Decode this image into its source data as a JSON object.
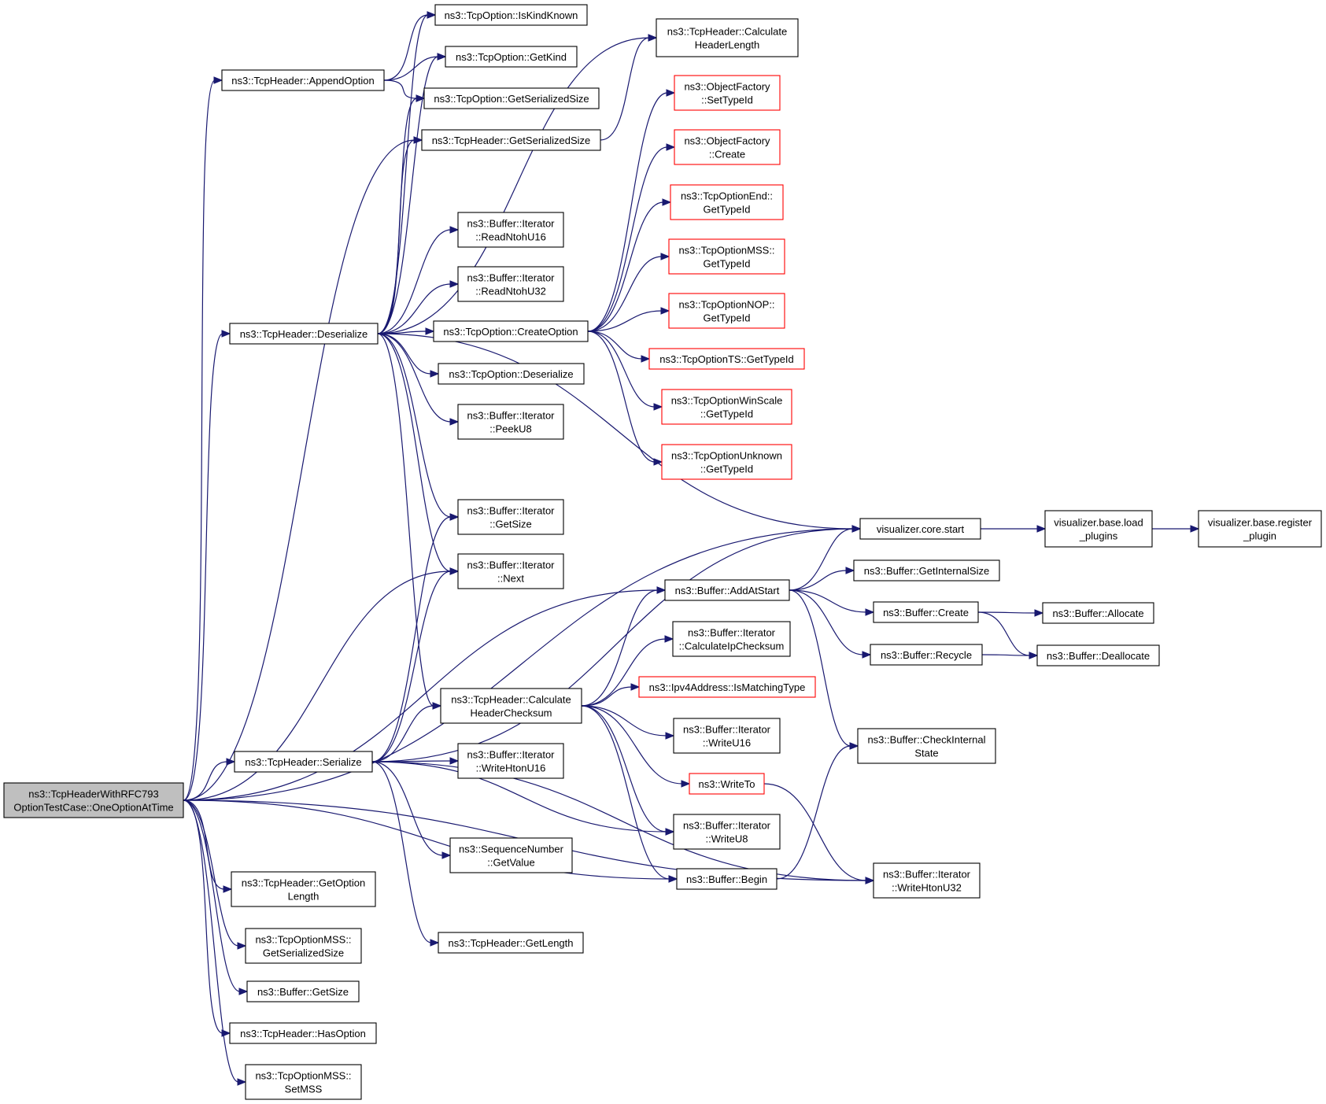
{
  "graph": {
    "colors": {
      "edge": "#191970",
      "normal_border": "#000000",
      "external_border": "#ff0000",
      "root_fill": "#bfbfbf"
    },
    "nodes": [
      {
        "id": "root",
        "lines": [
          "ns3::TcpHeaderWithRFC793",
          "OptionTestCase::OneOptionAtTime"
        ],
        "style": "root"
      },
      {
        "id": "appendOption",
        "lines": [
          "ns3::TcpHeader::AppendOption"
        ],
        "style": "normal"
      },
      {
        "id": "deserialize",
        "lines": [
          "ns3::TcpHeader::Deserialize"
        ],
        "style": "normal"
      },
      {
        "id": "serialize",
        "lines": [
          "ns3::TcpHeader::Serialize"
        ],
        "style": "normal"
      },
      {
        "id": "getOptionLength",
        "lines": [
          "ns3::TcpHeader::GetOption",
          "Length"
        ],
        "style": "normal"
      },
      {
        "id": "mssGetSerializedSize",
        "lines": [
          "ns3::TcpOptionMSS::",
          "GetSerializedSize"
        ],
        "style": "normal"
      },
      {
        "id": "bufferGetSize",
        "lines": [
          "ns3::Buffer::GetSize"
        ],
        "style": "normal"
      },
      {
        "id": "hasOption",
        "lines": [
          "ns3::TcpHeader::HasOption"
        ],
        "style": "normal"
      },
      {
        "id": "setMSS",
        "lines": [
          "ns3::TcpOptionMSS::",
          "SetMSS"
        ],
        "style": "normal"
      },
      {
        "id": "isKindKnown",
        "lines": [
          "ns3::TcpOption::IsKindKnown"
        ],
        "style": "normal"
      },
      {
        "id": "getKind",
        "lines": [
          "ns3::TcpOption::GetKind"
        ],
        "style": "normal"
      },
      {
        "id": "optGetSerializedSize",
        "lines": [
          "ns3::TcpOption::GetSerializedSize"
        ],
        "style": "normal"
      },
      {
        "id": "hdrGetSerializedSize",
        "lines": [
          "ns3::TcpHeader::GetSerializedSize"
        ],
        "style": "normal"
      },
      {
        "id": "readNtohU16",
        "lines": [
          "ns3::Buffer::Iterator",
          "::ReadNtohU16"
        ],
        "style": "normal"
      },
      {
        "id": "readNtohU32",
        "lines": [
          "ns3::Buffer::Iterator",
          "::ReadNtohU32"
        ],
        "style": "normal"
      },
      {
        "id": "createOption",
        "lines": [
          "ns3::TcpOption::CreateOption"
        ],
        "style": "normal"
      },
      {
        "id": "optDeserialize",
        "lines": [
          "ns3::TcpOption::Deserialize"
        ],
        "style": "normal"
      },
      {
        "id": "peekU8",
        "lines": [
          "ns3::Buffer::Iterator",
          "::PeekU8"
        ],
        "style": "normal"
      },
      {
        "id": "iterGetSize",
        "lines": [
          "ns3::Buffer::Iterator",
          "::GetSize"
        ],
        "style": "normal"
      },
      {
        "id": "iterNext",
        "lines": [
          "ns3::Buffer::Iterator",
          "::Next"
        ],
        "style": "normal"
      },
      {
        "id": "calcHeaderChecksum",
        "lines": [
          "ns3::TcpHeader::Calculate",
          "HeaderChecksum"
        ],
        "style": "normal"
      },
      {
        "id": "writeHtonU16",
        "lines": [
          "ns3::Buffer::Iterator",
          "::WriteHtonU16"
        ],
        "style": "normal"
      },
      {
        "id": "seqGetValue",
        "lines": [
          "ns3::SequenceNumber",
          "::GetValue"
        ],
        "style": "normal"
      },
      {
        "id": "getLength",
        "lines": [
          "ns3::TcpHeader::GetLength"
        ],
        "style": "normal"
      },
      {
        "id": "calcHeaderLength",
        "lines": [
          "ns3::TcpHeader::Calculate",
          "HeaderLength"
        ],
        "style": "normal"
      },
      {
        "id": "ofSetTypeId",
        "lines": [
          "ns3::ObjectFactory",
          "::SetTypeId"
        ],
        "style": "red"
      },
      {
        "id": "ofCreate",
        "lines": [
          "ns3::ObjectFactory",
          "::Create"
        ],
        "style": "red"
      },
      {
        "id": "endGetTypeId",
        "lines": [
          "ns3::TcpOptionEnd::",
          "GetTypeId"
        ],
        "style": "red"
      },
      {
        "id": "mssGetTypeId",
        "lines": [
          "ns3::TcpOptionMSS::",
          "GetTypeId"
        ],
        "style": "red"
      },
      {
        "id": "nopGetTypeId",
        "lines": [
          "ns3::TcpOptionNOP::",
          "GetTypeId"
        ],
        "style": "red"
      },
      {
        "id": "tsGetTypeId",
        "lines": [
          "ns3::TcpOptionTS::GetTypeId"
        ],
        "style": "red"
      },
      {
        "id": "winScaleGetTypeId",
        "lines": [
          "ns3::TcpOptionWinScale",
          "::GetTypeId"
        ],
        "style": "red"
      },
      {
        "id": "unknownGetTypeId",
        "lines": [
          "ns3::TcpOptionUnknown",
          "::GetTypeId"
        ],
        "style": "red"
      },
      {
        "id": "addAtStart",
        "lines": [
          "ns3::Buffer::AddAtStart"
        ],
        "style": "normal"
      },
      {
        "id": "calcIpChecksum",
        "lines": [
          "ns3::Buffer::Iterator",
          "::CalculateIpChecksum"
        ],
        "style": "normal"
      },
      {
        "id": "isMatchingType",
        "lines": [
          "ns3::Ipv4Address::IsMatchingType"
        ],
        "style": "red"
      },
      {
        "id": "writeU16",
        "lines": [
          "ns3::Buffer::Iterator",
          "::WriteU16"
        ],
        "style": "normal"
      },
      {
        "id": "writeTo",
        "lines": [
          "ns3::WriteTo"
        ],
        "style": "red"
      },
      {
        "id": "writeU8",
        "lines": [
          "ns3::Buffer::Iterator",
          "::WriteU8"
        ],
        "style": "normal"
      },
      {
        "id": "bufferBegin",
        "lines": [
          "ns3::Buffer::Begin"
        ],
        "style": "normal"
      },
      {
        "id": "coreStart",
        "lines": [
          "visualizer.core.start"
        ],
        "style": "normal"
      },
      {
        "id": "getInternalSize",
        "lines": [
          "ns3::Buffer::GetInternalSize"
        ],
        "style": "normal"
      },
      {
        "id": "bufferCreate",
        "lines": [
          "ns3::Buffer::Create"
        ],
        "style": "normal"
      },
      {
        "id": "recycle",
        "lines": [
          "ns3::Buffer::Recycle"
        ],
        "style": "normal"
      },
      {
        "id": "checkInternalState",
        "lines": [
          "ns3::Buffer::CheckInternal",
          "State"
        ],
        "style": "normal"
      },
      {
        "id": "writeHtonU32",
        "lines": [
          "ns3::Buffer::Iterator",
          "::WriteHtonU32"
        ],
        "style": "normal"
      },
      {
        "id": "loadPlugins",
        "lines": [
          "visualizer.base.load",
          "_plugins"
        ],
        "style": "normal"
      },
      {
        "id": "registerPlugin",
        "lines": [
          "visualizer.base.register",
          "_plugin"
        ],
        "style": "normal"
      },
      {
        "id": "allocate",
        "lines": [
          "ns3::Buffer::Allocate"
        ],
        "style": "normal"
      },
      {
        "id": "deallocate",
        "lines": [
          "ns3::Buffer::Deallocate"
        ],
        "style": "normal"
      }
    ],
    "edges": [
      [
        "root",
        "appendOption"
      ],
      [
        "root",
        "deserialize"
      ],
      [
        "root",
        "serialize"
      ],
      [
        "root",
        "getOptionLength"
      ],
      [
        "root",
        "mssGetSerializedSize"
      ],
      [
        "root",
        "bufferGetSize"
      ],
      [
        "root",
        "hasOption"
      ],
      [
        "root",
        "setMSS"
      ],
      [
        "root",
        "hdrGetSerializedSize"
      ],
      [
        "root",
        "iterNext"
      ],
      [
        "root",
        "addAtStart"
      ],
      [
        "root",
        "coreStart"
      ],
      [
        "root",
        "bufferBegin"
      ],
      [
        "root",
        "writeHtonU32"
      ],
      [
        "appendOption",
        "isKindKnown"
      ],
      [
        "appendOption",
        "getKind"
      ],
      [
        "appendOption",
        "optGetSerializedSize"
      ],
      [
        "deserialize",
        "isKindKnown"
      ],
      [
        "deserialize",
        "getKind"
      ],
      [
        "deserialize",
        "optGetSerializedSize"
      ],
      [
        "deserialize",
        "hdrGetSerializedSize"
      ],
      [
        "deserialize",
        "calcHeaderLength"
      ],
      [
        "deserialize",
        "readNtohU16"
      ],
      [
        "deserialize",
        "readNtohU32"
      ],
      [
        "deserialize",
        "createOption"
      ],
      [
        "deserialize",
        "optDeserialize"
      ],
      [
        "deserialize",
        "peekU8"
      ],
      [
        "deserialize",
        "iterGetSize"
      ],
      [
        "deserialize",
        "iterNext"
      ],
      [
        "deserialize",
        "calcHeaderChecksum"
      ],
      [
        "deserialize",
        "coreStart"
      ],
      [
        "serialize",
        "iterGetSize"
      ],
      [
        "serialize",
        "iterNext"
      ],
      [
        "serialize",
        "calcHeaderChecksum"
      ],
      [
        "serialize",
        "writeHtonU16"
      ],
      [
        "serialize",
        "seqGetValue"
      ],
      [
        "serialize",
        "getLength"
      ],
      [
        "serialize",
        "writeU8"
      ],
      [
        "serialize",
        "writeHtonU32"
      ],
      [
        "serialize",
        "coreStart"
      ],
      [
        "hdrGetSerializedSize",
        "calcHeaderLength"
      ],
      [
        "createOption",
        "ofSetTypeId"
      ],
      [
        "createOption",
        "ofCreate"
      ],
      [
        "createOption",
        "endGetTypeId"
      ],
      [
        "createOption",
        "mssGetTypeId"
      ],
      [
        "createOption",
        "nopGetTypeId"
      ],
      [
        "createOption",
        "tsGetTypeId"
      ],
      [
        "createOption",
        "winScaleGetTypeId"
      ],
      [
        "createOption",
        "unknownGetTypeId"
      ],
      [
        "calcHeaderChecksum",
        "addAtStart"
      ],
      [
        "calcHeaderChecksum",
        "calcIpChecksum"
      ],
      [
        "calcHeaderChecksum",
        "isMatchingType"
      ],
      [
        "calcHeaderChecksum",
        "writeU16"
      ],
      [
        "calcHeaderChecksum",
        "writeTo"
      ],
      [
        "calcHeaderChecksum",
        "writeU8"
      ],
      [
        "calcHeaderChecksum",
        "bufferBegin"
      ],
      [
        "addAtStart",
        "coreStart"
      ],
      [
        "addAtStart",
        "getInternalSize"
      ],
      [
        "addAtStart",
        "bufferCreate"
      ],
      [
        "addAtStart",
        "recycle"
      ],
      [
        "addAtStart",
        "checkInternalState"
      ],
      [
        "bufferCreate",
        "allocate"
      ],
      [
        "bufferCreate",
        "deallocate"
      ],
      [
        "recycle",
        "deallocate"
      ],
      [
        "bufferBegin",
        "checkInternalState"
      ],
      [
        "writeTo",
        "writeHtonU32"
      ],
      [
        "coreStart",
        "loadPlugins"
      ],
      [
        "loadPlugins",
        "registerPlugin"
      ]
    ]
  }
}
